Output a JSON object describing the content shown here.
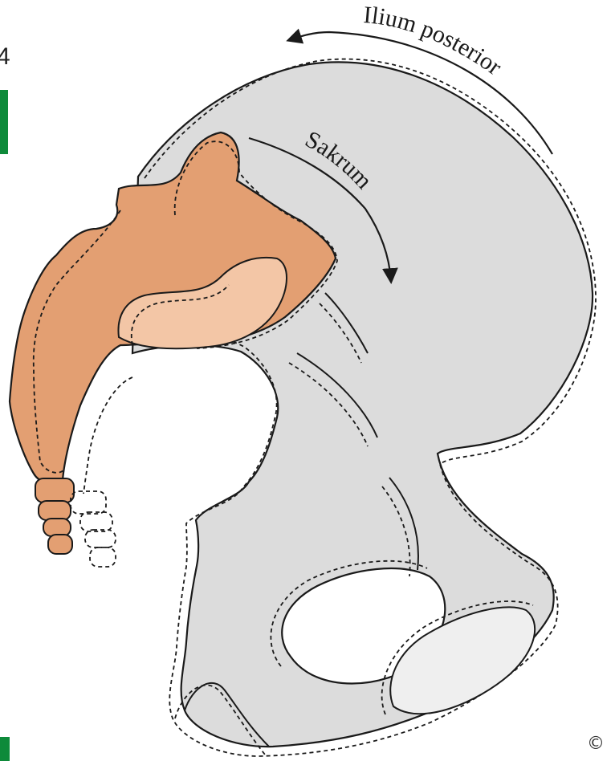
{
  "labels": {
    "ilium_posterior": "Ilium posterior",
    "sakrum": "Sakrum"
  },
  "copyright_symbol": "©",
  "background_fragment": "4",
  "colors": {
    "bone_fill": "#dcdcdc",
    "sacrum_fill": "#e39f72",
    "auricular_fill": "#f3c6a6",
    "outline": "#1a1a1a",
    "cropped_tab": "#0e8a3a"
  },
  "icons": {
    "ilium_arrow": "curved-arrow-left-icon",
    "sakrum_arrow": "curved-arrow-down-icon"
  }
}
